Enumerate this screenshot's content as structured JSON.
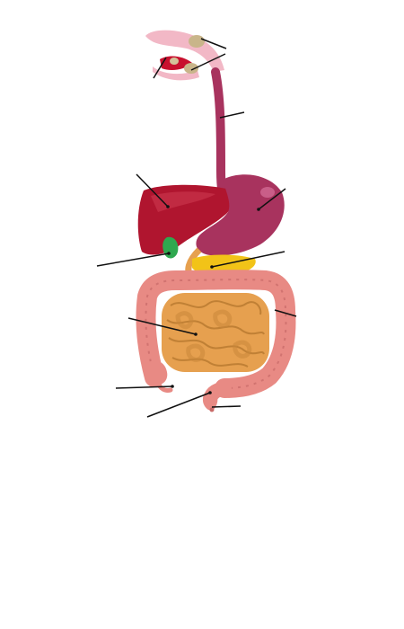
{
  "diagram": {
    "labels": [],
    "colors": {
      "background": "#ffffff",
      "leader_line": "#111111",
      "mouth_lip": "#f2b8c6",
      "tongue": "#c8102e",
      "salivary_gland": "#c9b58a",
      "esophagus": "#a8335e",
      "stomach": "#a8335e",
      "stomach_highlight": "#d7709a",
      "liver": "#b0152f",
      "liver_highlight": "#d8455c",
      "gallbladder": "#2fa84f",
      "pancreas": "#f2c318",
      "large_intestine": "#e88a84",
      "large_intestine_edge": "#c86a68",
      "small_intestine": "#e6a04f",
      "small_intestine_edge": "#b97a30",
      "rectum": "#e88a84"
    },
    "structures": [
      "salivary-glands",
      "mouth",
      "esophagus",
      "liver",
      "stomach",
      "gallbladder",
      "pancreas",
      "large-intestine",
      "small-intestine",
      "appendix",
      "rectum",
      "anus"
    ]
  }
}
